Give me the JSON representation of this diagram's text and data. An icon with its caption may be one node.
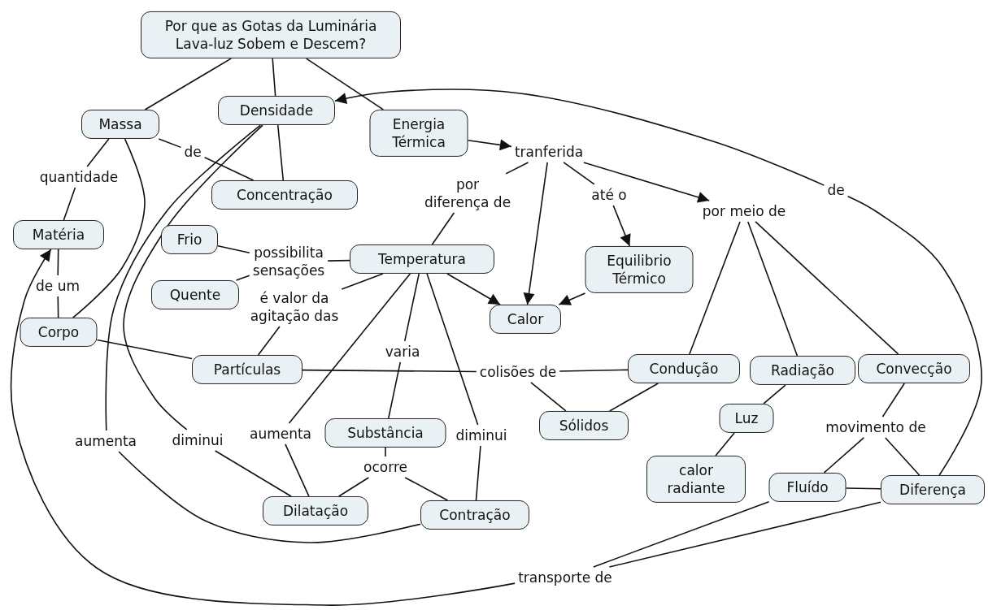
{
  "diagram": {
    "nodes": [
      {
        "text": [
          "Por que as Gotas da Luminária Lava-luz Sobem e Descem?"
        ]
      },
      {
        "text": [
          "Massa"
        ]
      },
      {
        "text": [
          "Densidade"
        ]
      },
      {
        "text": [
          "Energia Térmica"
        ]
      },
      {
        "text": [
          "de"
        ]
      },
      {
        "text": [
          "quantidade"
        ]
      },
      {
        "text": [
          "Concentração"
        ]
      },
      {
        "text": [
          "tranferida"
        ]
      },
      {
        "text": [
          "por diferença de"
        ]
      },
      {
        "text": [
          "até o"
        ]
      },
      {
        "text": [
          "por meio de"
        ]
      },
      {
        "text": [
          "de"
        ]
      },
      {
        "text": [
          "Matéria"
        ]
      },
      {
        "text": [
          "Frio"
        ]
      },
      {
        "text": [
          "possibilita sensações"
        ]
      },
      {
        "text": [
          "Temperatura"
        ]
      },
      {
        "text": [
          "Equilibrio Térmico"
        ]
      },
      {
        "text": [
          "Quente"
        ]
      },
      {
        "text": [
          "é valor da agitação das"
        ]
      },
      {
        "text": [
          "de um"
        ]
      },
      {
        "text": [
          "Calor"
        ]
      },
      {
        "text": [
          "Corpo"
        ]
      },
      {
        "text": [
          "Partículas"
        ]
      },
      {
        "text": [
          "colisões de"
        ]
      },
      {
        "text": [
          "varia"
        ]
      },
      {
        "text": [
          "Condução"
        ]
      },
      {
        "text": [
          "Radiação"
        ]
      },
      {
        "text": [
          "Convecção"
        ]
      },
      {
        "text": [
          "Sólidos"
        ]
      },
      {
        "text": [
          "Luz"
        ]
      },
      {
        "text": [
          "aumenta"
        ]
      },
      {
        "text": [
          "diminui"
        ]
      },
      {
        "text": [
          "aumenta"
        ]
      },
      {
        "text": [
          "Substância"
        ]
      },
      {
        "text": [
          "diminui"
        ]
      },
      {
        "text": [
          "movimento de"
        ]
      },
      {
        "text": [
          "ocorre"
        ]
      },
      {
        "text": [
          "calor radiante"
        ]
      },
      {
        "text": [
          "Fluído"
        ]
      },
      {
        "text": [
          "Diferença"
        ]
      },
      {
        "text": [
          "Dilatação"
        ]
      },
      {
        "text": [
          "Contração"
        ]
      },
      {
        "text": [
          "transporte de"
        ]
      }
    ],
    "edges": [
      {
        "from": 0,
        "to": 1,
        "arrow": "none"
      },
      {
        "from": 0,
        "to": 2,
        "arrow": "none"
      },
      {
        "from": 0,
        "to": 3,
        "arrow": "none"
      },
      {
        "from": 1,
        "to": 4,
        "arrow": "none"
      },
      {
        "from": 4,
        "to": 6,
        "arrow": "none"
      },
      {
        "from": 1,
        "to": 5,
        "arrow": "none"
      },
      {
        "from": 5,
        "to": 12,
        "arrow": "none"
      },
      {
        "from": 2,
        "to": 6,
        "arrow": "none"
      },
      {
        "from": 3,
        "to": 7,
        "arrow": "to"
      },
      {
        "from": 7,
        "to": 8,
        "arrow": "none"
      },
      {
        "from": 8,
        "to": 15,
        "arrow": "none"
      },
      {
        "from": 7,
        "to": 20,
        "arrow": "to"
      },
      {
        "from": 7,
        "to": 9,
        "arrow": "none"
      },
      {
        "from": 9,
        "to": 16,
        "arrow": "to"
      },
      {
        "from": 7,
        "to": 10,
        "arrow": "to"
      },
      {
        "from": 10,
        "to": 25,
        "arrow": "none"
      },
      {
        "from": 10,
        "to": 26,
        "arrow": "none"
      },
      {
        "from": 10,
        "to": 27,
        "arrow": "none"
      },
      {
        "from": 39,
        "to": 11,
        "arrow": "none"
      },
      {
        "from": 11,
        "to": 2,
        "arrow": "to"
      },
      {
        "from": 16,
        "to": 20,
        "arrow": "to"
      },
      {
        "from": 15,
        "to": 20,
        "arrow": "to"
      },
      {
        "from": 12,
        "to": 19,
        "arrow": "none"
      },
      {
        "from": 19,
        "to": 21,
        "arrow": "none"
      },
      {
        "from": 1,
        "to": 21,
        "arrow": "none"
      },
      {
        "from": 2,
        "to": 30,
        "arrow": "none"
      },
      {
        "from": 2,
        "to": 31,
        "arrow": "none"
      },
      {
        "from": 30,
        "to": 41,
        "arrow": "none"
      },
      {
        "from": 31,
        "to": 40,
        "arrow": "none"
      },
      {
        "from": 15,
        "to": 32,
        "arrow": "none"
      },
      {
        "from": 32,
        "to": 40,
        "arrow": "none"
      },
      {
        "from": 15,
        "to": 24,
        "arrow": "none"
      },
      {
        "from": 24,
        "to": 33,
        "arrow": "none"
      },
      {
        "from": 15,
        "to": 34,
        "arrow": "none"
      },
      {
        "from": 34,
        "to": 41,
        "arrow": "none"
      },
      {
        "from": 33,
        "to": 36,
        "arrow": "none"
      },
      {
        "from": 36,
        "to": 40,
        "arrow": "none"
      },
      {
        "from": 36,
        "to": 41,
        "arrow": "none"
      },
      {
        "from": 15,
        "to": 14,
        "arrow": "none"
      },
      {
        "from": 14,
        "to": 13,
        "arrow": "none"
      },
      {
        "from": 14,
        "to": 17,
        "arrow": "none"
      },
      {
        "from": 15,
        "to": 18,
        "arrow": "none"
      },
      {
        "from": 18,
        "to": 22,
        "arrow": "none"
      },
      {
        "from": 21,
        "to": 22,
        "arrow": "none"
      },
      {
        "from": 22,
        "to": 23,
        "arrow": "none"
      },
      {
        "from": 23,
        "to": 25,
        "arrow": "none"
      },
      {
        "from": 23,
        "to": 28,
        "arrow": "none"
      },
      {
        "from": 28,
        "to": 25,
        "arrow": "none"
      },
      {
        "from": 26,
        "to": 29,
        "arrow": "none"
      },
      {
        "from": 29,
        "to": 37,
        "arrow": "none"
      },
      {
        "from": 27,
        "to": 35,
        "arrow": "none"
      },
      {
        "from": 35,
        "to": 38,
        "arrow": "none"
      },
      {
        "from": 35,
        "to": 39,
        "arrow": "none"
      },
      {
        "from": 38,
        "to": 39,
        "arrow": "none"
      },
      {
        "from": 38,
        "to": 42,
        "arrow": "none"
      },
      {
        "from": 39,
        "to": 42,
        "arrow": "none"
      },
      {
        "from": 42,
        "to": 12,
        "arrow": "to"
      }
    ]
  }
}
